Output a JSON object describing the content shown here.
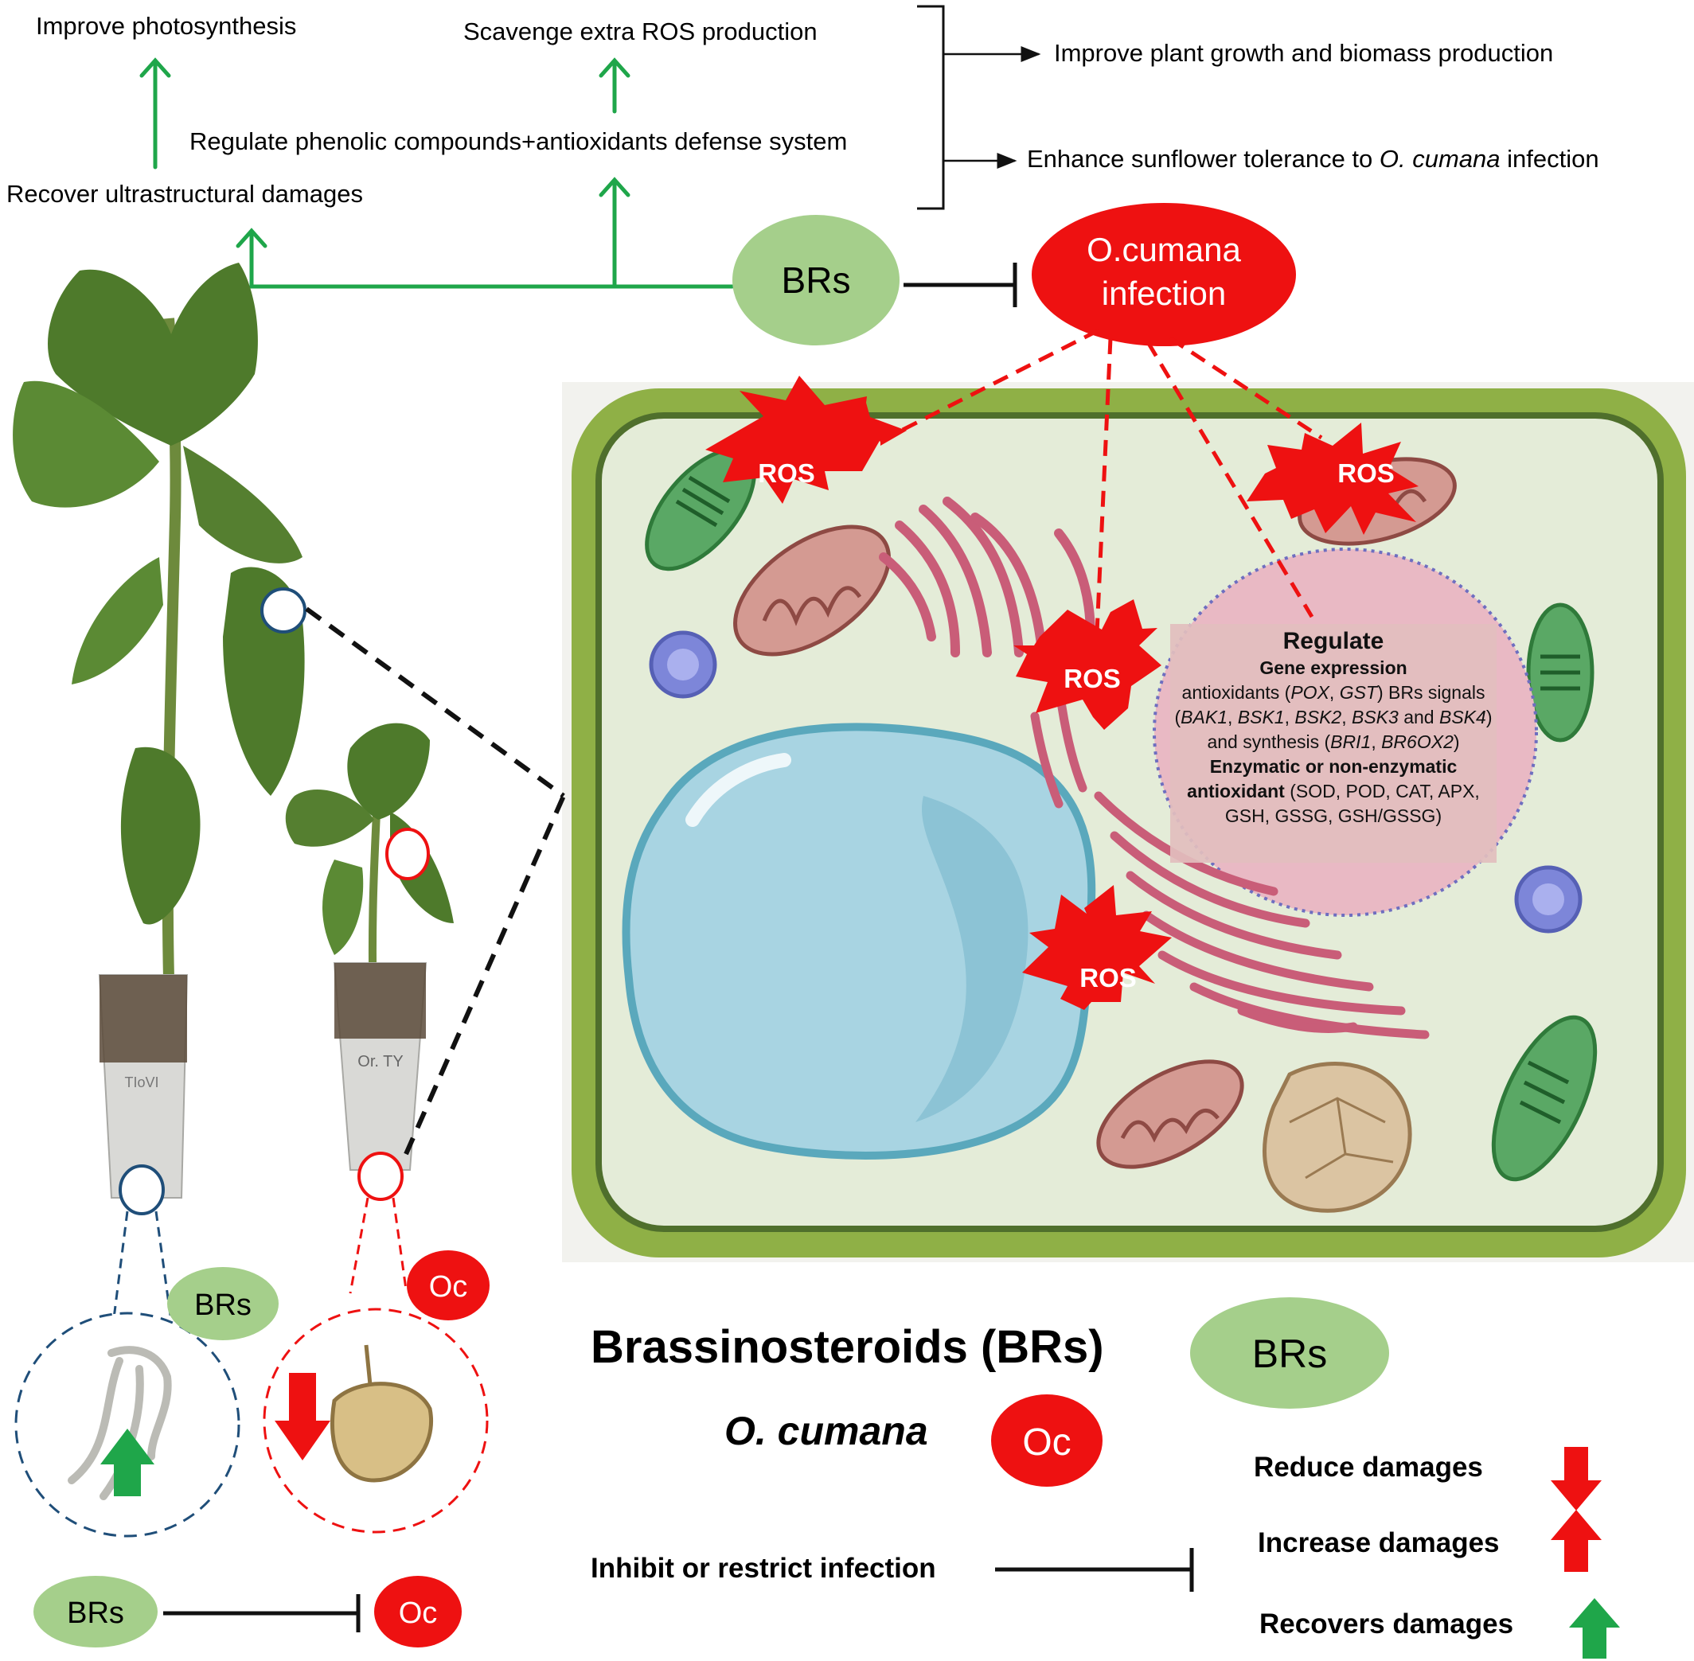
{
  "top": {
    "improve_photosynthesis": "Improve photosynthesis",
    "scavenge_ros": "Scavenge extra ROS production",
    "regulate_phenolic": "Regulate phenolic compounds+antioxidants defense system",
    "recover_ultrastructural": "Recover ultrastructural damages",
    "improve_growth": "Improve plant growth and biomass production",
    "enhance_prefix": "Enhance sunflower tolerance to ",
    "enhance_species": "O. cumana",
    "enhance_suffix": " infection"
  },
  "nodes": {
    "brs": "BRs",
    "oc_line1": "O.cumana",
    "oc_line2": "infection",
    "ros": "ROS"
  },
  "regulate_box": {
    "title": "Regulate",
    "subtitle": "Gene expression",
    "t1": "antioxidants (",
    "g_pox": "POX",
    "t2": ", ",
    "g_gst": "GST",
    "t3": ") BRs signals (",
    "g_bak1": "BAK1",
    "g_bsk1": "BSK1",
    "g_bsk2": "BSK2",
    "g_bsk3": "BSK3",
    "t_and": " and ",
    "g_bsk4": "BSK4",
    "t4": ") and synthesis (",
    "g_bri1": "BRI1",
    "g_br6ox2": "BR6OX2",
    "t5": ") ",
    "enzymatic": "Enzymatic or non-enzymatic antioxidant",
    "list": "(SOD, POD, CAT, APX, GSH, GSSG, GSH/GSSG)"
  },
  "plants": {
    "pot1_label": "TIoVI",
    "pot2_label": "Or. TY",
    "brs_small": "BRs",
    "oc_small": "Oc"
  },
  "legend": {
    "title": "Brassinosteroids (BRs)",
    "brs": "BRs",
    "oc_name": "O. cumana",
    "oc": "Oc",
    "inhibit": "Inhibit or restrict infection",
    "reduce": "Reduce damages",
    "increase": "Increase damages",
    "recovers": "Recovers damages"
  },
  "colors": {
    "green_arrow": "#1fa64a",
    "brs_fill": "#a5cf8b",
    "oc_fill": "#ee1111",
    "cell_wall": "#8fb046",
    "cytoplasm": "#e4ecd8"
  }
}
